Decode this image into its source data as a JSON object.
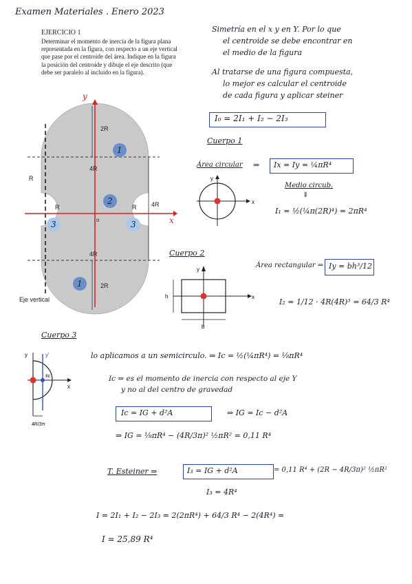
{
  "header": {
    "title": "Examen Materiales . Enero 2023"
  },
  "exercise": {
    "heading": "EJERCICIO 1",
    "lines": [
      "Determinar el momento de inercia de la figura plana",
      "representada en la figura, con respecto a un eje vertical",
      "que pase por el centroide del área. Indique en la figura",
      "la posición del centroide y dibuje el eje descrito (que",
      "debe ser paralelo al incluido en la figura)."
    ]
  },
  "figure": {
    "y_label": "y",
    "x_label": "x",
    "o_label": "o",
    "dim_2R_top": "2R",
    "dim_4R_top": "4R",
    "dim_4R_right": "4R",
    "dim_4R_bottom": "4R",
    "dim_2R_bottom": "2R",
    "dim_R_left_outer": "R",
    "dim_R_left": "R",
    "dim_R_right": "R",
    "badge_1_top": "1",
    "badge_2": "2",
    "badge_3_left": "3",
    "badge_3_right": "3",
    "badge_1_bottom": "1",
    "eje_vertical": "Eje vertical"
  },
  "notes": {
    "n1_l1": "Simetría en el x y en Y. Por lo que",
    "n1_l2": "el centroide se debe encontrar en",
    "n1_l3": "el medio de la figura",
    "n2_l1": "Al tratarse de una figura compuesta,",
    "n2_l2": "lo mejor es calcular el centroide",
    "n2_l3": "de cada figura y aplicar steiner",
    "main_formula": "I₀ = 2I₁ + I₂ − 2I₃"
  },
  "cuerpo1": {
    "title": "Cuerpo 1",
    "label": "Área circular",
    "arrow": "⇒",
    "formula": "Ix = Iy = ¼πR⁴",
    "medio": "Medio circub.",
    "down": "⇓",
    "result": "I₁ = ½(¼π(2R)⁴) = 2πR⁴",
    "ax_y": "y",
    "ax_x": "x"
  },
  "cuerpo2": {
    "title": "Cuerpo 2",
    "label": "Área rectangular ⇒",
    "formula": "Iy = bh³/12",
    "result": "I₂ = 1/12 · 4R(4R)³ = 64/3 R⁴",
    "ax_y": "y",
    "ax_x": "x",
    "h": "h",
    "b": "b"
  },
  "cuerpo3": {
    "title": "Cuerpo 3",
    "line1": "lo aplicamos a un semicirculo.  ⇒  Ic = ½(¼πR⁴) = ⅛πR⁴",
    "line2a": "Ic ⇒ es el momento de inercia con respecto al eje Y",
    "line2b": "y no al del centro de gravedad",
    "boxed_steiner": "Ic = IG + d²A",
    "arrow_ig": "⇒   IG = Ic − d²A",
    "ig_result": "⇒  IG = ⅛πR⁴ − (4R/3π)² ½πR² = 0,11 R⁴",
    "tsteiner": "T. Esteiner ⇒",
    "boxed_i3": "I₃ = IG + d²A",
    "i3_expand": "= 0,11 R⁴ + (2R − 4R/3π)² ½πR²",
    "i3_result": "I₃ = 4R⁴",
    "total": "I = 2I₁ + I₂ − 2I₃ = 2(2πR⁴) + 64/3 R⁴ − 2(4R⁴) =",
    "final": "I = 25,89 R⁴",
    "ax_y": "y",
    "ax_yp": "y'",
    "ax_x": "x",
    "ax_xc": "x̄c",
    "dim": "4R/3π"
  }
}
